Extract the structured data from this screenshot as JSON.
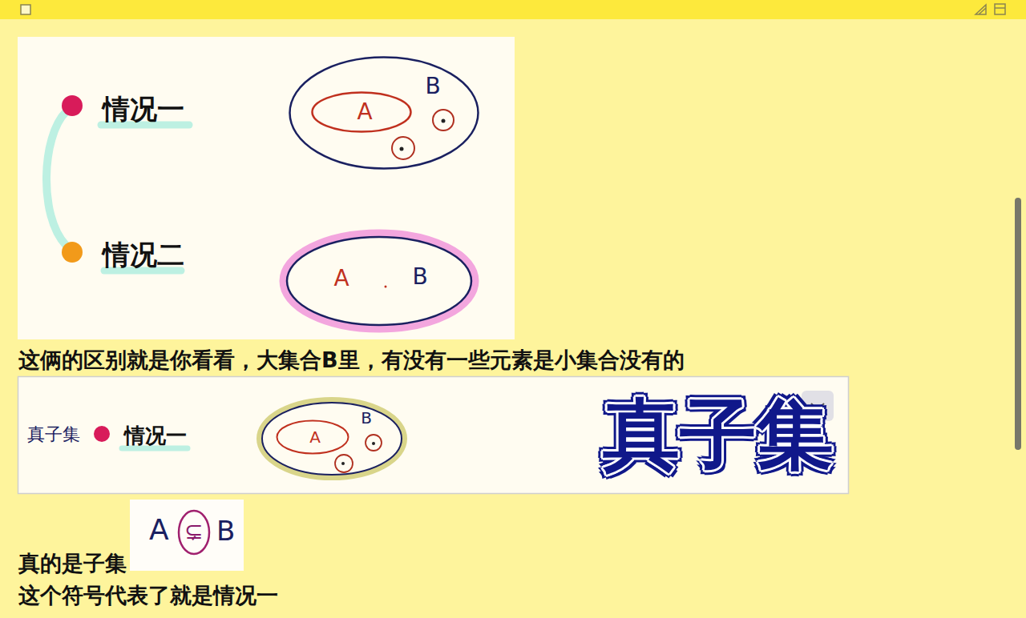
{
  "diagram": {
    "nodes": [
      {
        "text": [
          "B"
        ]
      },
      {
        "text": [
          "A"
        ],
        "in": 0
      },
      {
        "text": [
          "A",
          "B"
        ]
      },
      {
        "text": [
          "B"
        ]
      },
      {
        "text": [
          "A"
        ],
        "in": 3
      }
    ],
    "labels": [
      "情况一",
      "情况二",
      "这俩的区别就是你看看，大集合B里，有没有一些元素是小集合没有的",
      "真子集",
      "情况一",
      "真子集",
      "A",
      "⊊",
      "B",
      "真的是子集",
      "这个符号代表了就是情况一"
    ]
  }
}
